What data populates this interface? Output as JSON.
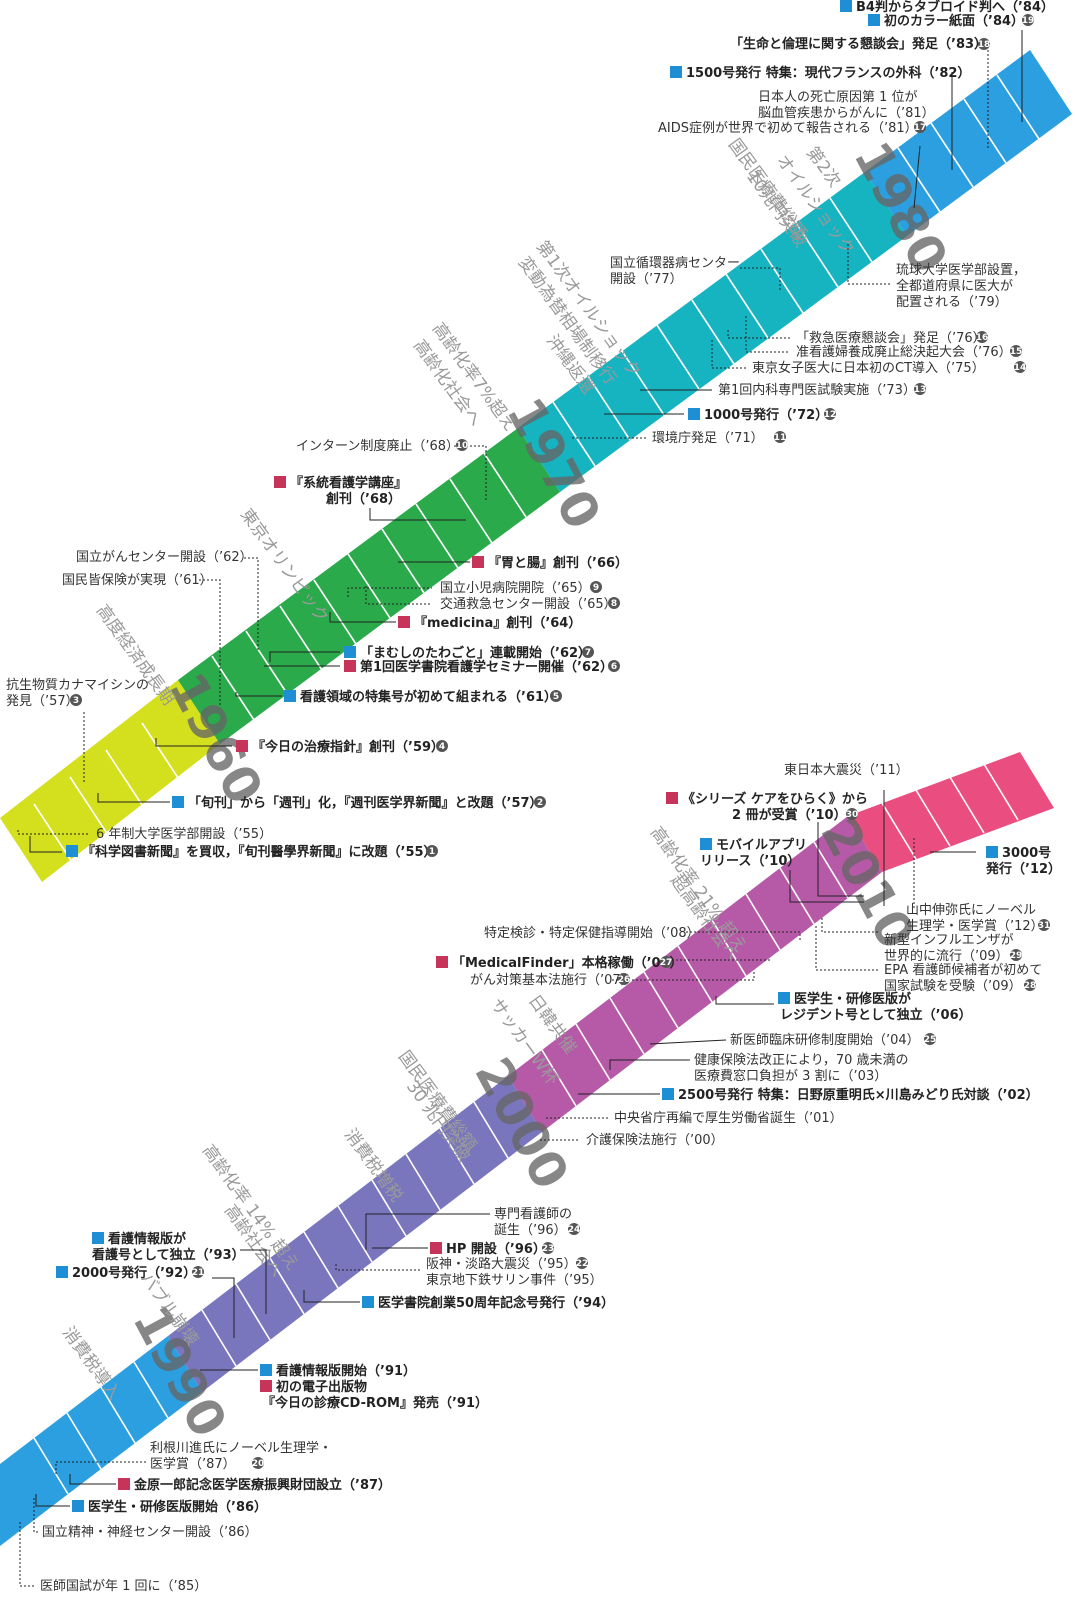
{
  "decades": [
    "1960",
    "1970",
    "1980",
    "1990",
    "2000",
    "2010"
  ],
  "colors": {
    "y1950s": "#d4df1e",
    "y1960s": "#2aaa4b",
    "y1970s": "#16b3c1",
    "y1980s": "#2b9fe0",
    "y1990s": "#7a76bd",
    "y2000s": "#b65aa8",
    "y2010s": "#ea4e80",
    "icon_blue": "#1e8fd5",
    "icon_red": "#c7345a",
    "badge": "#555555"
  },
  "background_events": [
    {
      "text": "高度経済成長期"
    },
    {
      "text": "東京オリンピック"
    },
    {
      "text": "高齢化率7%超え"
    },
    {
      "text": "高齢化社会へ"
    },
    {
      "text": "沖縄返還"
    },
    {
      "text": "第1次オイルショック"
    },
    {
      "text": "変動為替相場制移行"
    },
    {
      "text": "国民医療費総額"
    },
    {
      "text": "10兆円突破"
    },
    {
      "text": "第2次"
    },
    {
      "text": "オイルショック"
    },
    {
      "text": "消費税導入"
    },
    {
      "text": "バブル崩壊"
    },
    {
      "text": "高齢化率 14% 超え"
    },
    {
      "text": "高齢社会へ"
    },
    {
      "text": "消費税増税"
    },
    {
      "text": "国民医療費総額"
    },
    {
      "text": "30 兆円突破"
    },
    {
      "text": "日韓共催"
    },
    {
      "text": "サッカーW杯"
    },
    {
      "text": "高齢化率 21% 超え"
    },
    {
      "text": "超高齢社会へ"
    }
  ],
  "events": [
    {
      "text": "6 年制大学医学部開設（’55）"
    },
    {
      "text": "『科学図書新聞』を買収，『旬刊醫學界新聞』に改題（’55）",
      "num": "1"
    },
    {
      "text": "「旬刊」から「週刊」化，『週刊医学界新聞』と改題（’57）",
      "num": "2"
    },
    {
      "text": "抗生物質カナマイシンの"
    },
    {
      "text": "発見（’57）",
      "num": "3"
    },
    {
      "text": "『今日の治療指針』創刊（’59）",
      "num": "4"
    },
    {
      "text": "看護領域の特集号が初めて組まれる（’61）",
      "num": "5"
    },
    {
      "text": "第1回医学書院看護学セミナー開催（’62）",
      "num": "6"
    },
    {
      "text": "「まむしのたわごと」連載開始（’62）",
      "num": "7"
    },
    {
      "text": "国民皆保険が実現（’61）"
    },
    {
      "text": "国立がんセンター開設（’62）"
    },
    {
      "text": "『medicina』創刊（’64）"
    },
    {
      "text": "交通救急センター開設（’65）",
      "num": "8"
    },
    {
      "text": "国立小児病院開院（’65）",
      "num": "9"
    },
    {
      "text": "『胃と腸』創刊（’66）"
    },
    {
      "text": "『系統看護学講座』"
    },
    {
      "text": "創刊（’68）"
    },
    {
      "text": "インターン制度廃止（’68）",
      "num": "10"
    },
    {
      "text": "環境庁発足（’71）",
      "num": "11"
    },
    {
      "text": "1000号発行（’72）",
      "num": "12"
    },
    {
      "text": "第1回内科専門医試験実施（’73）",
      "num": "13"
    },
    {
      "text": "東京女子医大に日本初のCT導入（’75）",
      "num": "14"
    },
    {
      "text": "准看護婦養成廃止総決起大会（’76）",
      "num": "15"
    },
    {
      "text": "「救急医療懇談会」発足（’76）",
      "num": "16"
    },
    {
      "text": "国立循環器病センター"
    },
    {
      "text": "開設（’77）"
    },
    {
      "text": "琉球大学医学部設置，"
    },
    {
      "text": "全都道府県に医大が"
    },
    {
      "text": "配置される（’79）"
    },
    {
      "text": "AIDS症例が世界で初めて報告される（’81）",
      "num": "17"
    },
    {
      "text": "日本人の死亡原因第 1 位が"
    },
    {
      "text": "脳血管疾患からがんに（’81）"
    },
    {
      "text": "1500号発行 特集：現代フランスの外科（’82）"
    },
    {
      "text": "「生命と倫理に関する懇談会」発足（’83）",
      "num": "18"
    },
    {
      "text": "初のカラー紙面（’84）",
      "num": "19"
    },
    {
      "text": "B4判からタブロイド判へ（’84）"
    },
    {
      "text": "医師国試が年 1 回に（’85）"
    },
    {
      "text": "国立精神・神経センター開設（’86）"
    },
    {
      "text": "医学生・研修医版開始（’86）"
    },
    {
      "text": "金原一郎記念医学医療振興財団設立（’87）"
    },
    {
      "text": "利根川進氏にノーベル生理学・"
    },
    {
      "text": "医学賞（’87）",
      "num": "20"
    },
    {
      "text": "看護情報版開始（’91）"
    },
    {
      "text": "初の電子出版物"
    },
    {
      "text": "『今日の診療CD-ROM』発売（’91）"
    },
    {
      "text": "2000号発行（’92）",
      "num": "21"
    },
    {
      "text": "看護情報版が"
    },
    {
      "text": "看護号として独立（’93）"
    },
    {
      "text": "医学書院創業50周年記念号発行（’94）"
    },
    {
      "text": "阪神・淡路大震災（’95）",
      "num": "22"
    },
    {
      "text": "東京地下鉄サリン事件（’95）"
    },
    {
      "text": "HP 開設（’96）",
      "num": "23"
    },
    {
      "text": "専門看護師の"
    },
    {
      "text": "誕生（’96）",
      "num": "24"
    },
    {
      "text": "介護保険法施行（’00）"
    },
    {
      "text": "中央省庁再編で厚生労働省誕生（’01）"
    },
    {
      "text": "2500号発行 特集：日野原重明氏×川島みどり氏対談（’02）"
    },
    {
      "text": "健康保険法改正により，70 歳未満の"
    },
    {
      "text": "医療費窓口負担が 3 割に（’03）"
    },
    {
      "text": "新医師臨床研修制度開始（’04）",
      "num": "25"
    },
    {
      "text": "医学生・研修医版が"
    },
    {
      "text": "レジデント号として独立（’06）"
    },
    {
      "text": "がん対策基本法施行（’07）",
      "num": "26"
    },
    {
      "text": "「MedicalFinder」本格稼働（’08）",
      "num": "27"
    },
    {
      "text": "特定検診・特定保健指導開始（’08）"
    },
    {
      "text": "EPA 看護師候補者が初めて"
    },
    {
      "text": "国家試験を受験（’09）",
      "num": "28"
    },
    {
      "text": "新型インフルエンザが"
    },
    {
      "text": "世界的に流行（’09）",
      "num": "29"
    },
    {
      "text": "モバイルアプリ"
    },
    {
      "text": "リリース（’10）"
    },
    {
      "text": "《シリーズ ケアをひらく》から"
    },
    {
      "text": "2 冊が受賞（’10）",
      "num": "30"
    },
    {
      "text": "東日本大震災（’11）"
    },
    {
      "text": "山中伸弥氏にノーベル"
    },
    {
      "text": "生理学・医学賞（’12）",
      "num": "31"
    },
    {
      "text": "3000号"
    },
    {
      "text": "発行（’12）"
    }
  ]
}
